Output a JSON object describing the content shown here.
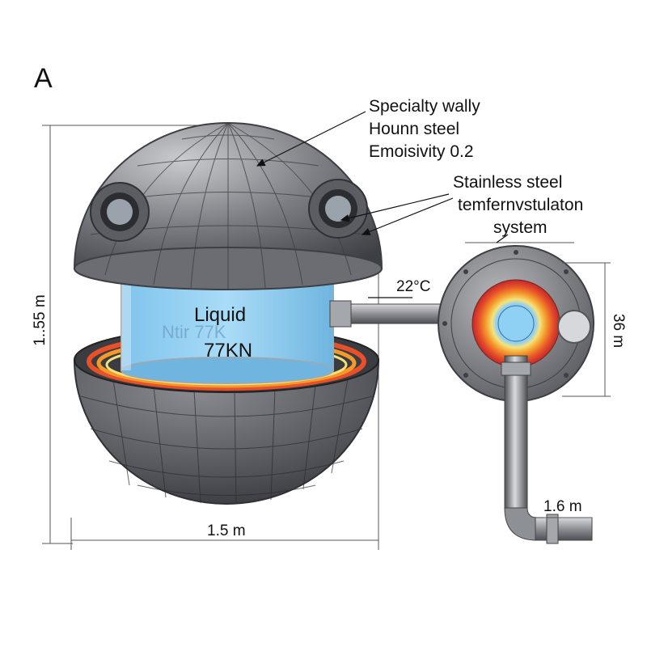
{
  "panel_label": "A",
  "callouts": {
    "top_lines": [
      "Specialty wally",
      "Hounn steel",
      "Emoisivity 0.2"
    ],
    "right_lines": [
      "Stainless steel",
      "temfernvstulaton",
      "system"
    ]
  },
  "tank": {
    "liquid_line1": "Liquid",
    "liquid_line2": "77KN",
    "ghost_text": "Ntir 77K"
  },
  "dimensions": {
    "height": "1..55 m",
    "width": "1.5 m",
    "pipe_temp": "22°C",
    "flange": "36 m",
    "outlet": "1.6 m"
  },
  "colors": {
    "steel": "#7d7f84",
    "liquid": "#8fcdf0",
    "hot_ring": "#e8502a"
  }
}
